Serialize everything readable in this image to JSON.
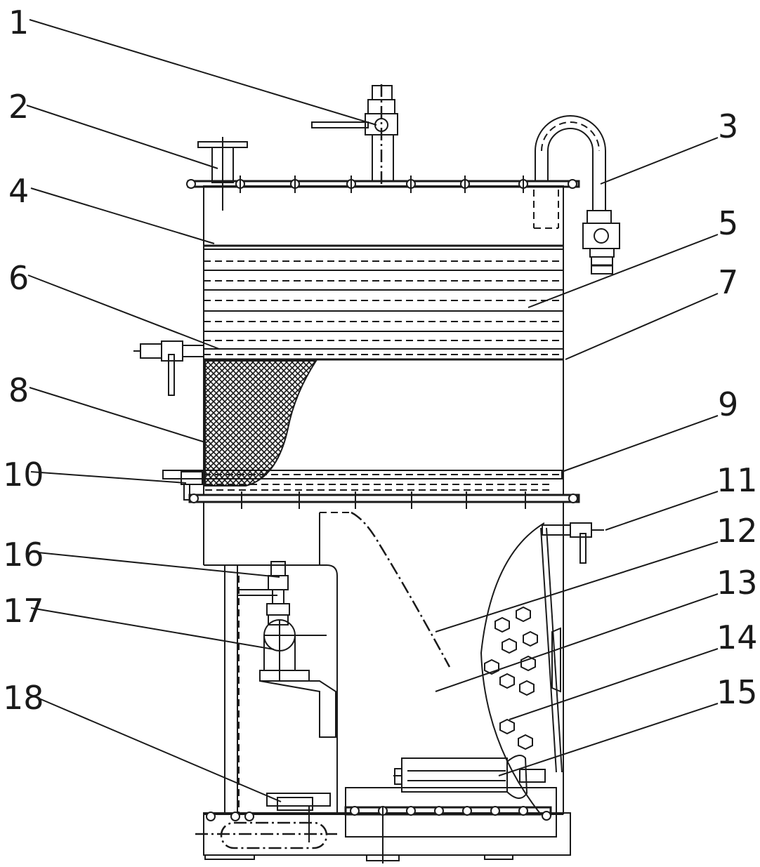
{
  "callouts": [
    {
      "id": "1",
      "text": "1"
    },
    {
      "id": "2",
      "text": "2"
    },
    {
      "id": "3",
      "text": "3"
    },
    {
      "id": "4",
      "text": "4"
    },
    {
      "id": "5",
      "text": "5"
    },
    {
      "id": "6",
      "text": "6"
    },
    {
      "id": "7",
      "text": "7"
    },
    {
      "id": "8",
      "text": "8"
    },
    {
      "id": "9",
      "text": "9"
    },
    {
      "id": "10",
      "text": "10"
    },
    {
      "id": "11",
      "text": "11"
    },
    {
      "id": "12",
      "text": "12"
    },
    {
      "id": "13",
      "text": "13"
    },
    {
      "id": "14",
      "text": "14"
    },
    {
      "id": "15",
      "text": "15"
    },
    {
      "id": "16",
      "text": "16"
    },
    {
      "id": "17",
      "text": "17"
    },
    {
      "id": "18",
      "text": "18"
    }
  ],
  "colors": {
    "line": "#1a1a1a",
    "background": "#ffffff"
  }
}
